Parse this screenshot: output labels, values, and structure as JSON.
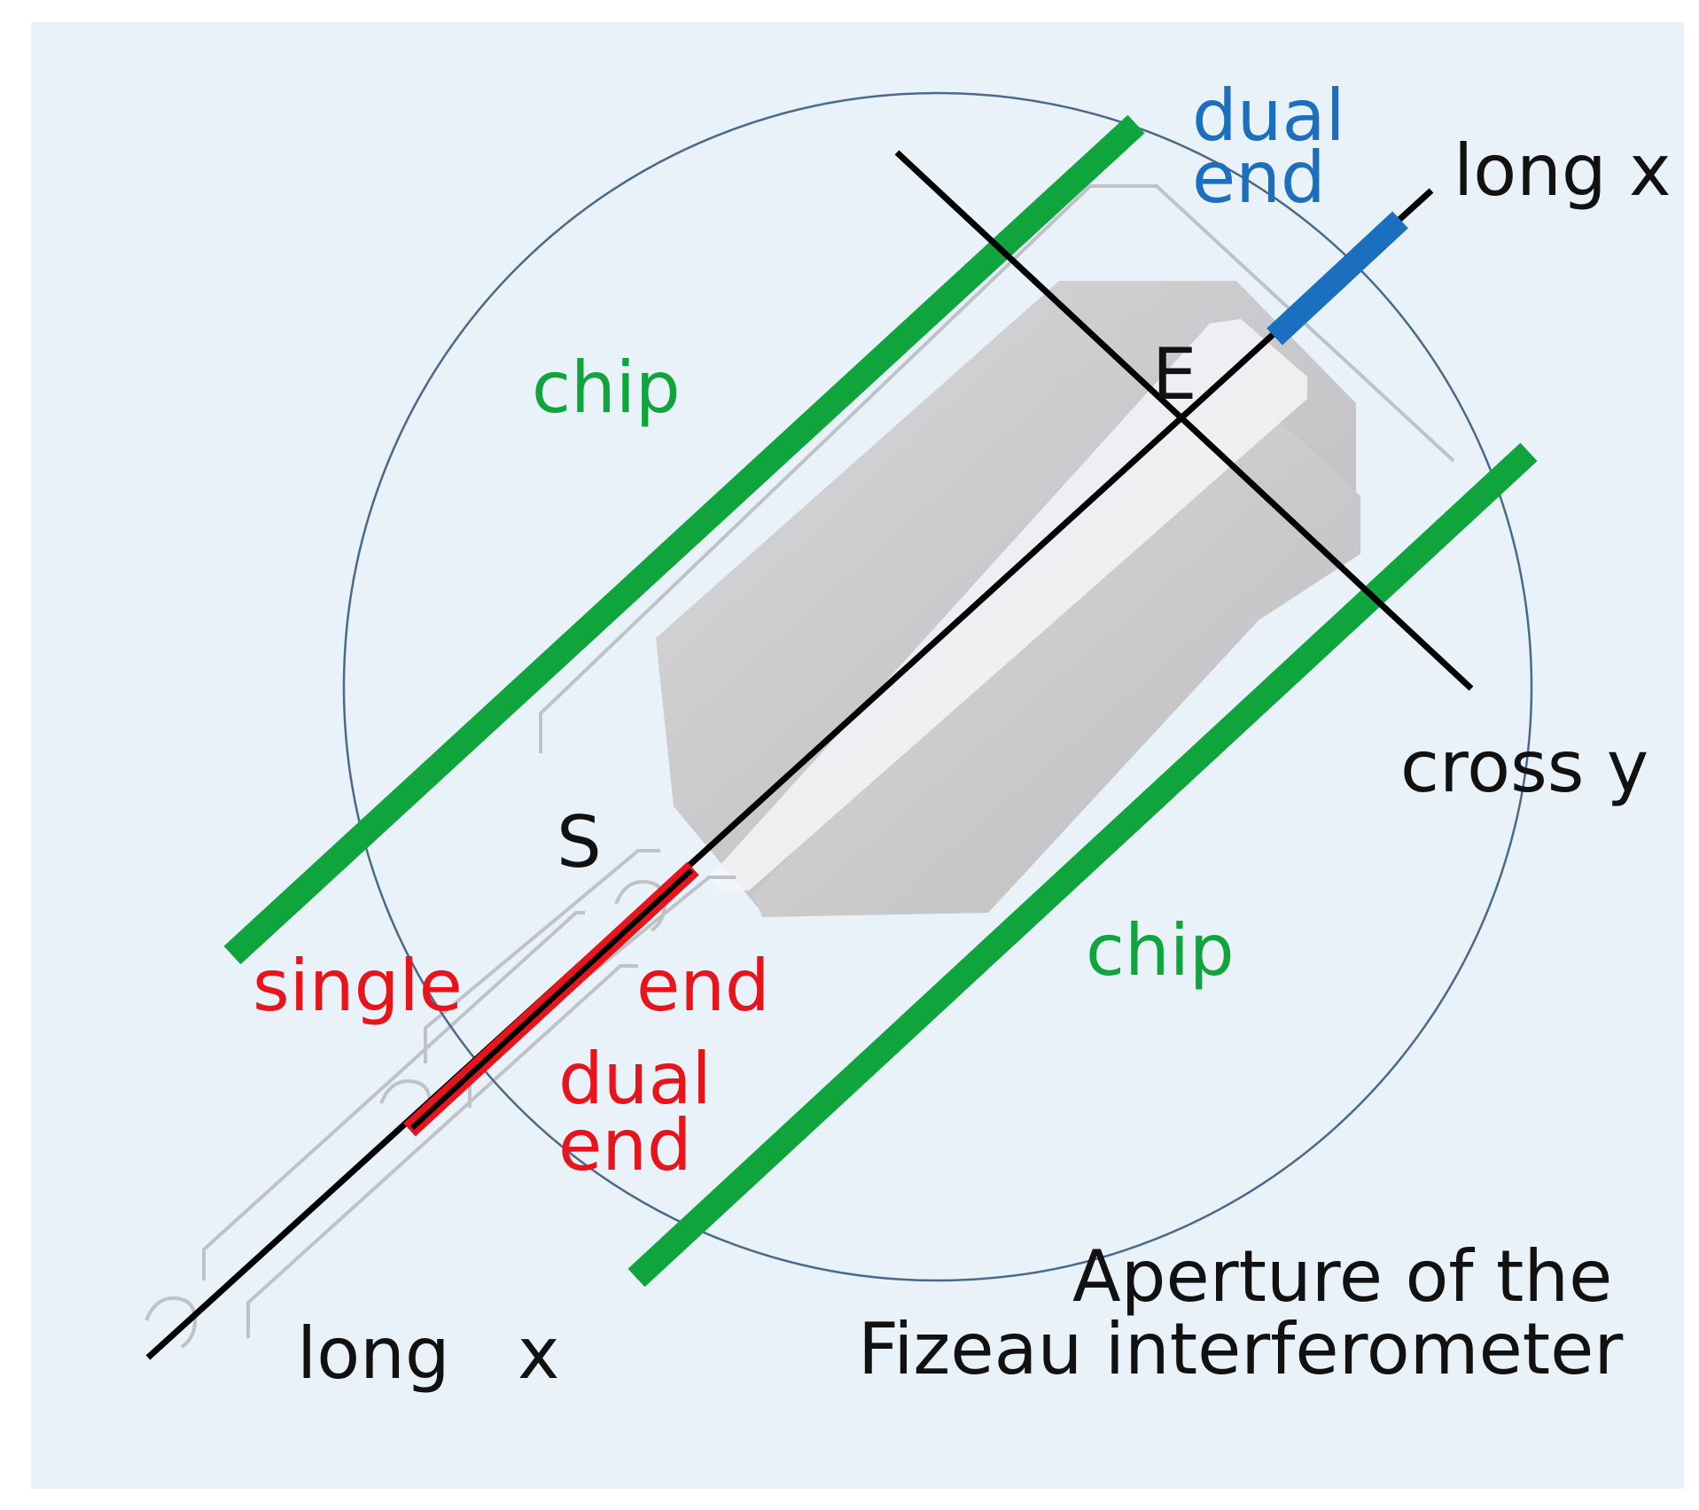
{
  "labels": {
    "dual_end_top_line1": "dual",
    "dual_end_top_line2": "end",
    "long_x_top": "long x",
    "chip_top": "chip",
    "point_e": "E",
    "cross_y": "cross y",
    "point_s": "S",
    "single": "single",
    "end_red": "end",
    "chip_bottom": "chip",
    "dual_end_bottom_line1": "dual",
    "dual_end_bottom_line2": "end",
    "aperture_line1": "Aperture of the",
    "aperture_line2": "Fizeau interferometer",
    "long_x_bottom": "long   x"
  },
  "colors": {
    "background": "#e9f1f9",
    "chip_line": "#0fa53c",
    "axis_line": "#000000",
    "single_end": "#e8141c",
    "dual_end": "#1a6fbf",
    "aperture_circle": "#4a6a8c",
    "chip_gray": "#c9c9cb",
    "label_black": "#111111"
  }
}
